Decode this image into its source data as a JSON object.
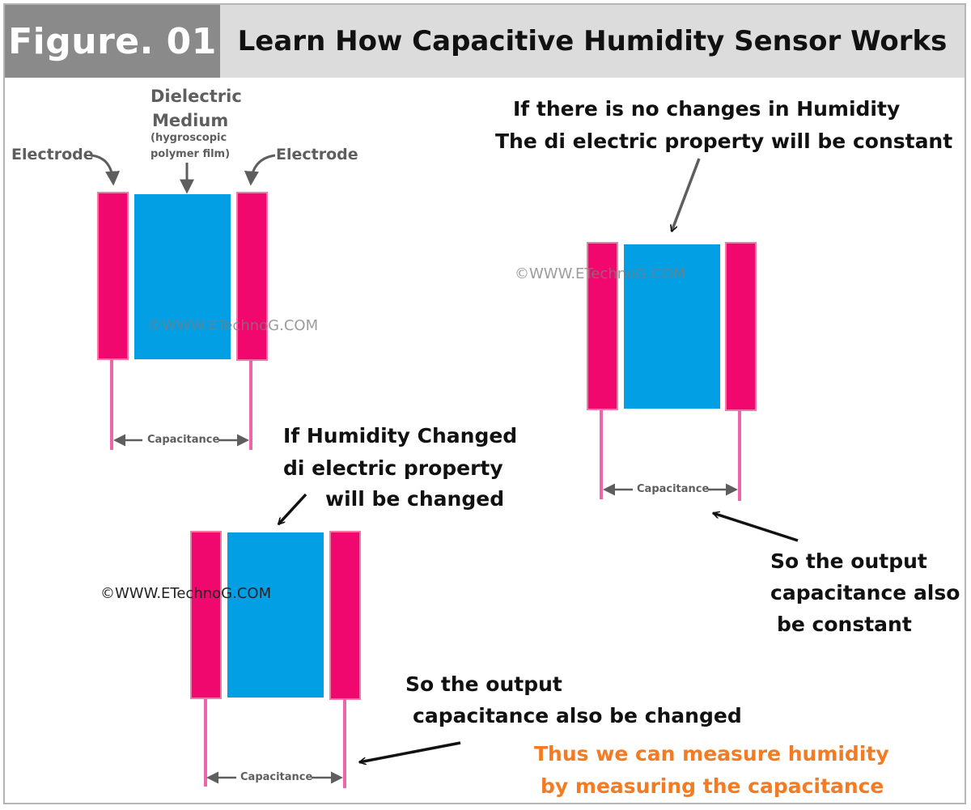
{
  "header": {
    "figure_label": "Figure. 01",
    "title": "Learn How Capacitive Humidity Sensor Works"
  },
  "diagram1": {
    "dielectric_label_1": "Dielectric",
    "dielectric_label_2": "Medium",
    "dielectric_sub_1": "(hygroscopic",
    "dielectric_sub_2": "polymer film)",
    "electrode_left": "Electrode",
    "electrode_right": "Electrode",
    "capacitance": "Capacitance",
    "watermark": "©WWW.ETechnoG.COM"
  },
  "diagram2": {
    "note_line1": "If there is no changes in Humidity",
    "note_line2": "The di electric property will be constant",
    "capacitance": "Capacitance",
    "watermark": "©WWW.ETechnoG.COM",
    "output_line1": "So the output",
    "output_line2": "capacitance also",
    "output_line3": "be constant"
  },
  "diagram3": {
    "note_line1": "If Humidity Changed",
    "note_line2": "di electric property",
    "note_line3": "will be changed",
    "capacitance": "Capacitance",
    "watermark": "©WWW.ETechnoG.COM",
    "output_line1": "So the output",
    "output_line2": "capacitance also be changed"
  },
  "conclusion": {
    "line1": "Thus we can measure humidity",
    "line2": "by measuring the capacitance"
  },
  "colors": {
    "electrode": "#f0086e",
    "electrode_border": "#f47aa6",
    "dielectric": "#039fe5",
    "lead": "#ee66aa",
    "header_left": "#8a8a8a",
    "header_right": "#dcdcdc",
    "conclusion": "#f57b23",
    "annotation": "#5e5e5e"
  }
}
